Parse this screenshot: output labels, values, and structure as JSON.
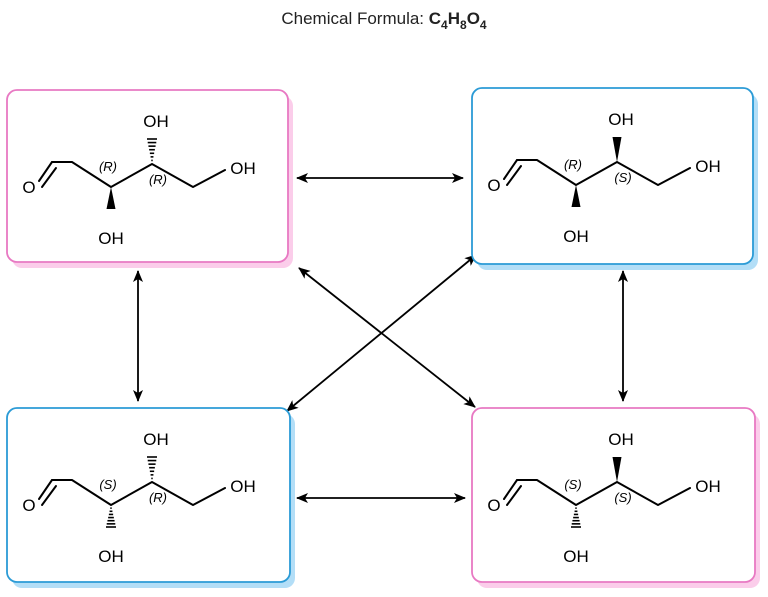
{
  "title": {
    "prefix": "Chemical Formula: ",
    "formula_parts": [
      {
        "t": "C",
        "sub": "4"
      },
      {
        "t": "H",
        "sub": "8"
      },
      {
        "t": "O",
        "sub": "4"
      }
    ]
  },
  "colors": {
    "pink": "#e879c3",
    "pink_shadow": "#fbcdea",
    "blue": "#2b9bd6",
    "blue_shadow": "#b3def7"
  },
  "molecules": [
    {
      "id": "top-left",
      "frame": "pink",
      "c2": "(R)",
      "c3": "(R)",
      "c2_oh": "down",
      "c3_oh": "up",
      "c2_bond": "wedge",
      "c3_bond": "hash",
      "oh_labels": [
        "OH",
        "OH",
        "OH"
      ],
      "o_label": "O"
    },
    {
      "id": "top-right",
      "frame": "blue",
      "c2": "(R)",
      "c3": "(S)",
      "c2_oh": "down",
      "c3_oh": "up",
      "c2_bond": "wedge",
      "c3_bond": "wedge",
      "oh_labels": [
        "OH",
        "OH",
        "OH"
      ],
      "o_label": "O"
    },
    {
      "id": "bottom-left",
      "frame": "blue",
      "c2": "(S)",
      "c3": "(R)",
      "c2_oh": "down",
      "c3_oh": "up",
      "c2_bond": "hash",
      "c3_bond": "hash",
      "oh_labels": [
        "OH",
        "OH",
        "OH"
      ],
      "o_label": "O"
    },
    {
      "id": "bottom-right",
      "frame": "pink",
      "c2": "(S)",
      "c3": "(S)",
      "c2_oh": "down",
      "c3_oh": "up",
      "c2_bond": "hash",
      "c3_bond": "wedge",
      "oh_labels": [
        "OH",
        "OH",
        "OH"
      ],
      "o_label": "O"
    }
  ],
  "relations": [
    {
      "from": "top-left",
      "to": "top-right"
    },
    {
      "from": "bottom-left",
      "to": "bottom-right"
    },
    {
      "from": "top-left",
      "to": "bottom-left"
    },
    {
      "from": "top-right",
      "to": "bottom-right"
    },
    {
      "from": "top-left",
      "to": "bottom-right"
    },
    {
      "from": "top-right",
      "to": "bottom-left"
    }
  ]
}
